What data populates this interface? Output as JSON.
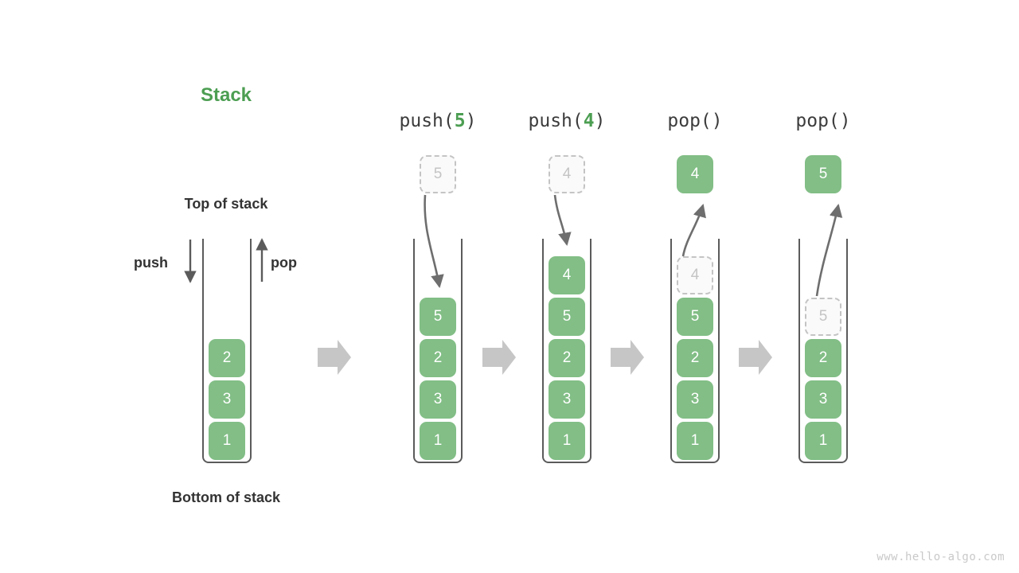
{
  "diagram": {
    "title": "Stack",
    "top_label": "Top of stack",
    "bottom_label": "Bottom of stack",
    "push_label": "push",
    "pop_label": "pop",
    "watermark": "www.hello-algo.com",
    "accent_color": "#4c9e52",
    "cell_color": "#82be86",
    "ghost_color": "#c4c4c4",
    "arrow_color": "#c4c4c4",
    "line_color": "#5b5b5b"
  },
  "initial_stack": {
    "name": "initial-stack",
    "cells_top_to_bottom": [
      "2",
      "3",
      "1"
    ]
  },
  "steps": [
    {
      "caption_prefix": "push(",
      "caption_arg": "5",
      "caption_suffix": ")",
      "operation": "push",
      "float_value": "5",
      "float_style": "ghost",
      "cells_top_to_bottom": [
        "5",
        "2",
        "3",
        "1"
      ],
      "ghost_index": -1
    },
    {
      "caption_prefix": "push(",
      "caption_arg": "4",
      "caption_suffix": ")",
      "operation": "push",
      "float_value": "4",
      "float_style": "ghost",
      "cells_top_to_bottom": [
        "4",
        "5",
        "2",
        "3",
        "1"
      ],
      "ghost_index": -1
    },
    {
      "caption_prefix": "pop(",
      "caption_arg": "",
      "caption_suffix": ")",
      "operation": "pop",
      "float_value": "4",
      "float_style": "solid",
      "cells_top_to_bottom": [
        "4",
        "5",
        "2",
        "3",
        "1"
      ],
      "ghost_index": 0
    },
    {
      "caption_prefix": "pop(",
      "caption_arg": "",
      "caption_suffix": ")",
      "operation": "pop",
      "float_value": "5",
      "float_style": "solid",
      "cells_top_to_bottom": [
        "5",
        "2",
        "3",
        "1"
      ],
      "ghost_index": 0
    }
  ],
  "transition_arrows": [
    {
      "name": "transition-arrow-1"
    },
    {
      "name": "transition-arrow-2"
    },
    {
      "name": "transition-arrow-3"
    },
    {
      "name": "transition-arrow-4"
    }
  ]
}
